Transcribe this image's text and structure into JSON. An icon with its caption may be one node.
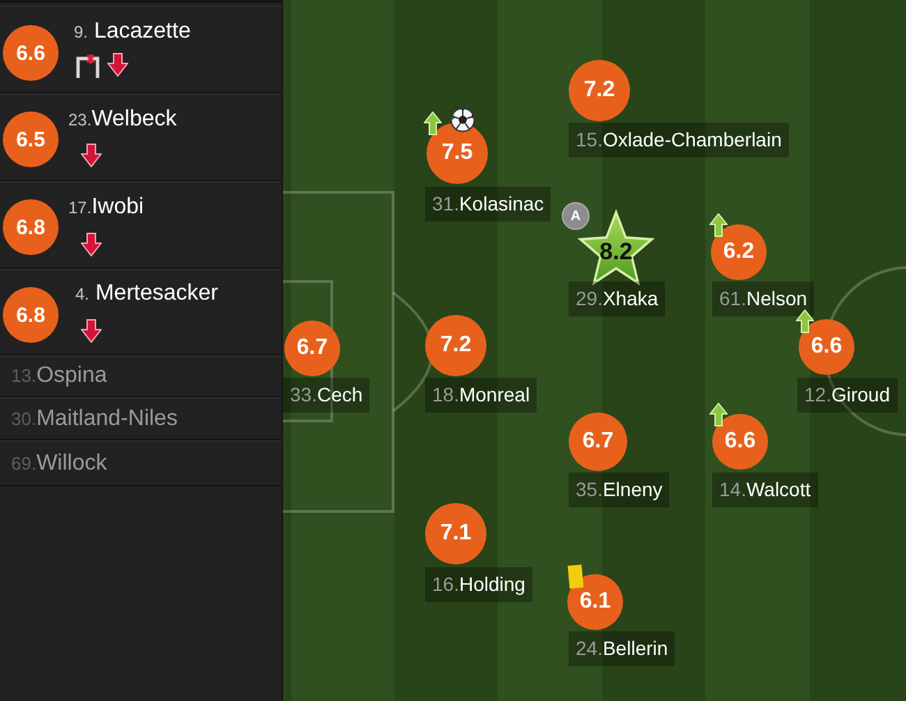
{
  "diagram": {
    "nodes": [
      {
        "text": [
          "6.6",
          "9. Lacazette"
        ]
      },
      {
        "text": [
          "6.5",
          "23.Welbeck"
        ]
      },
      {
        "text": [
          "6.8",
          "17.Iwobi"
        ]
      },
      {
        "text": [
          "6.8",
          "4. Mertesacker"
        ]
      },
      {
        "text": [
          "13.Ospina"
        ]
      },
      {
        "text": [
          "30.Maitland-Niles"
        ]
      },
      {
        "text": [
          "69.Willock"
        ]
      },
      {
        "text": [
          "7.2",
          "15.Oxlade-Chamberlain"
        ]
      },
      {
        "text": [
          "7.5",
          "31.Kolasinac"
        ]
      },
      {
        "text": [
          "A"
        ]
      },
      {
        "text": [
          "8.2",
          "29.Xhaka"
        ]
      },
      {
        "text": [
          "6.2",
          "61.Nelson"
        ]
      },
      {
        "text": [
          "6.7",
          "33.Cech"
        ]
      },
      {
        "text": [
          "7.2",
          "18.Monreal"
        ]
      },
      {
        "text": [
          "6.6",
          "12.Giroud"
        ]
      },
      {
        "text": [
          "6.7",
          "35.Elneny"
        ]
      },
      {
        "text": [
          "6.6",
          "14.Walcott"
        ]
      },
      {
        "text": [
          "7.1",
          "16.Holding"
        ]
      },
      {
        "text": [
          "6.1",
          "24.Bellerin"
        ]
      }
    ]
  }
}
